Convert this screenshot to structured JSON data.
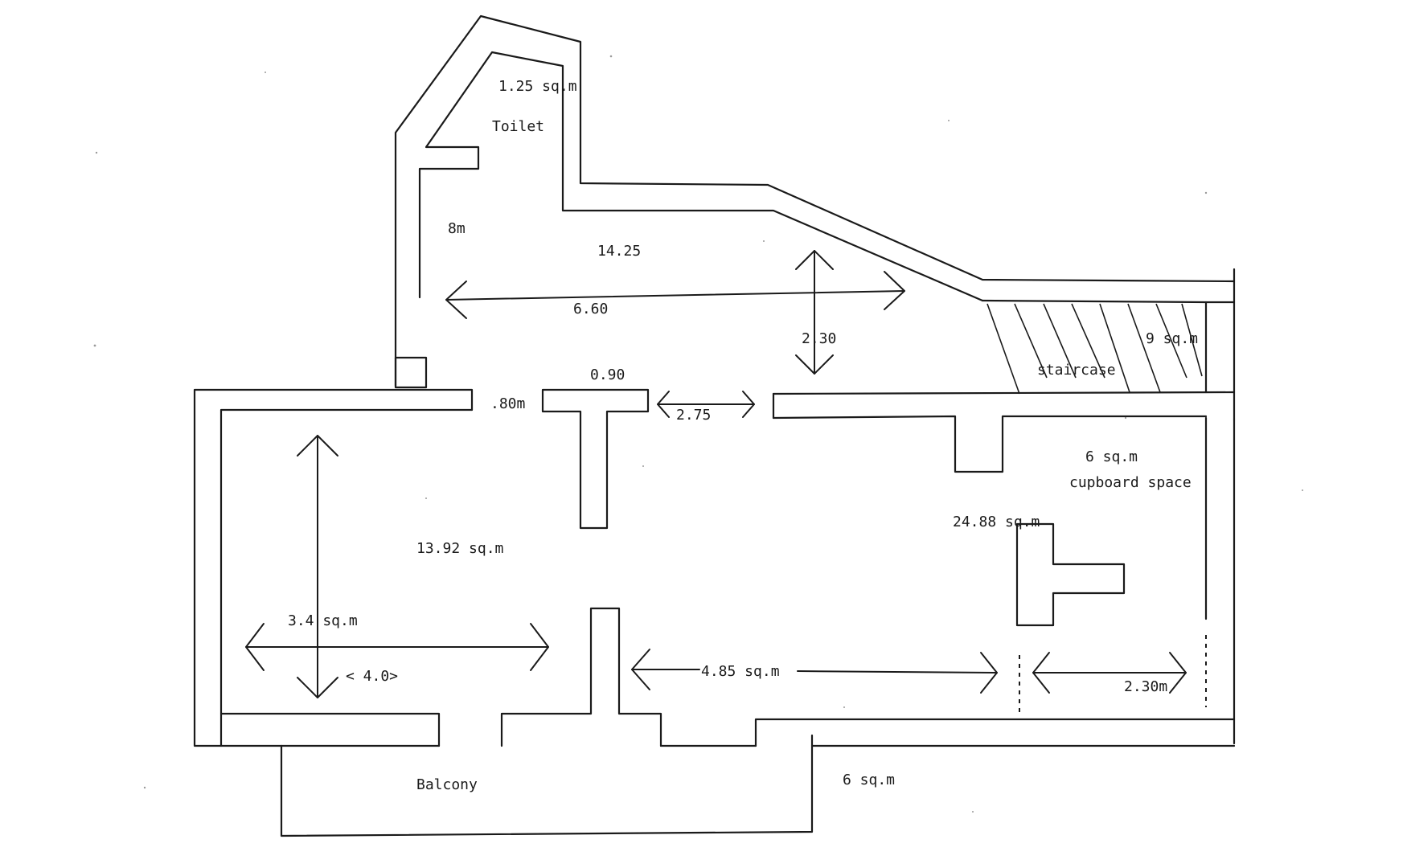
{
  "labels": {
    "toilet_area": "1.25 sq.m",
    "toilet": "Toilet",
    "corridor_8m": "8m",
    "upper_area": "14.25",
    "dim_660": "6.60",
    "dim_230_vertical": "2.30",
    "staircase_area": "9 sq.m",
    "staircase": "staircase",
    "dim_090": "0.90",
    "dim_080m": ".80m",
    "dim_275": "2.75",
    "cupboard_area": "6 sq.m",
    "cupboard_space": "cupboard space",
    "main_room_area": "24.88 sq.m",
    "left_room_area": "13.92 sq.m",
    "dim_34": "3.4 sq.m",
    "dim_40": "< 4.0>",
    "dim_485": "4.85 sq.m",
    "dim_230m": "2.30m",
    "balcony": "Balcony",
    "balcony_area": "6 sq.m"
  }
}
